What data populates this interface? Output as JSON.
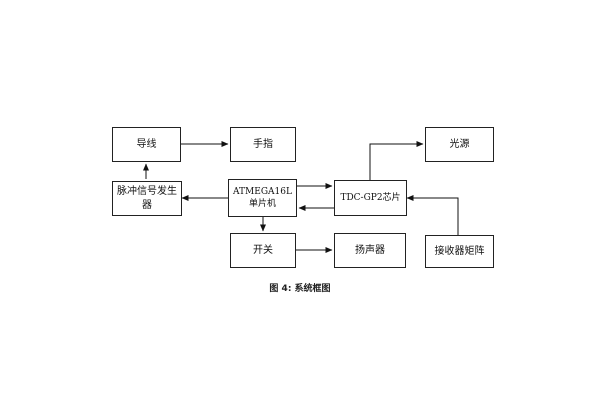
{
  "diagram": {
    "nodes": {
      "wire": "导线",
      "finger": "手指",
      "light_source": "光源",
      "pulse_generator": "脉冲信号发生器",
      "mcu": "ATMEGA16L单片机",
      "tdc_chip": "TDC-GP2芯片",
      "switch": "开关",
      "speaker": "扬声器",
      "receiver_matrix": "接收器矩阵"
    },
    "caption": "图 4:  系统框图"
  }
}
